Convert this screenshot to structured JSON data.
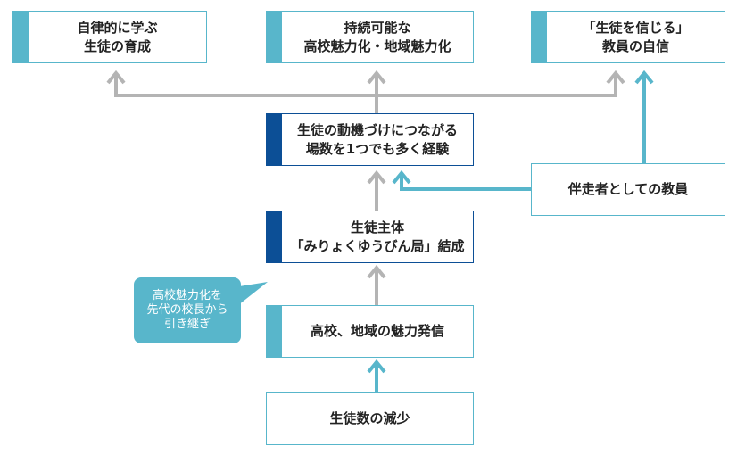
{
  "colors": {
    "accent_light": "#58b6cb",
    "accent_dark": "#0c4f96",
    "arrow_gray": "#b4b4b4",
    "arrow_teal": "#58b6cb"
  },
  "top_boxes": {
    "left": "自律的に学ぶ\n生徒の育成",
    "center": "持続可能な\n高校魅力化・地域魅力化",
    "right": "「生徒を信じる」\n教員の自信"
  },
  "main_chain": {
    "motivation": "生徒の動機づけにつながる\n場数を1つでも多く経験",
    "student_org": "生徒主体\n「みりょくゆうびん局」結成",
    "promotion": "高校、地域の魅力発信",
    "decline": "生徒数の減少"
  },
  "side_box": {
    "teacher": "伴走者としての教員"
  },
  "callout": {
    "text": "高校魅力化を\n先代の校長から\n引き継ぎ"
  }
}
